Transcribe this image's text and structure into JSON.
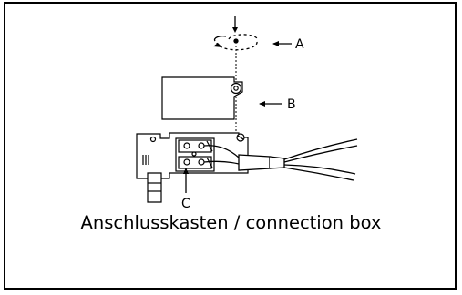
{
  "labels": {
    "a": "A",
    "b": "B",
    "c": "C"
  },
  "caption": "Anschlusskasten / connection box",
  "colors": {
    "line": "#000000",
    "background": "#ffffff"
  }
}
